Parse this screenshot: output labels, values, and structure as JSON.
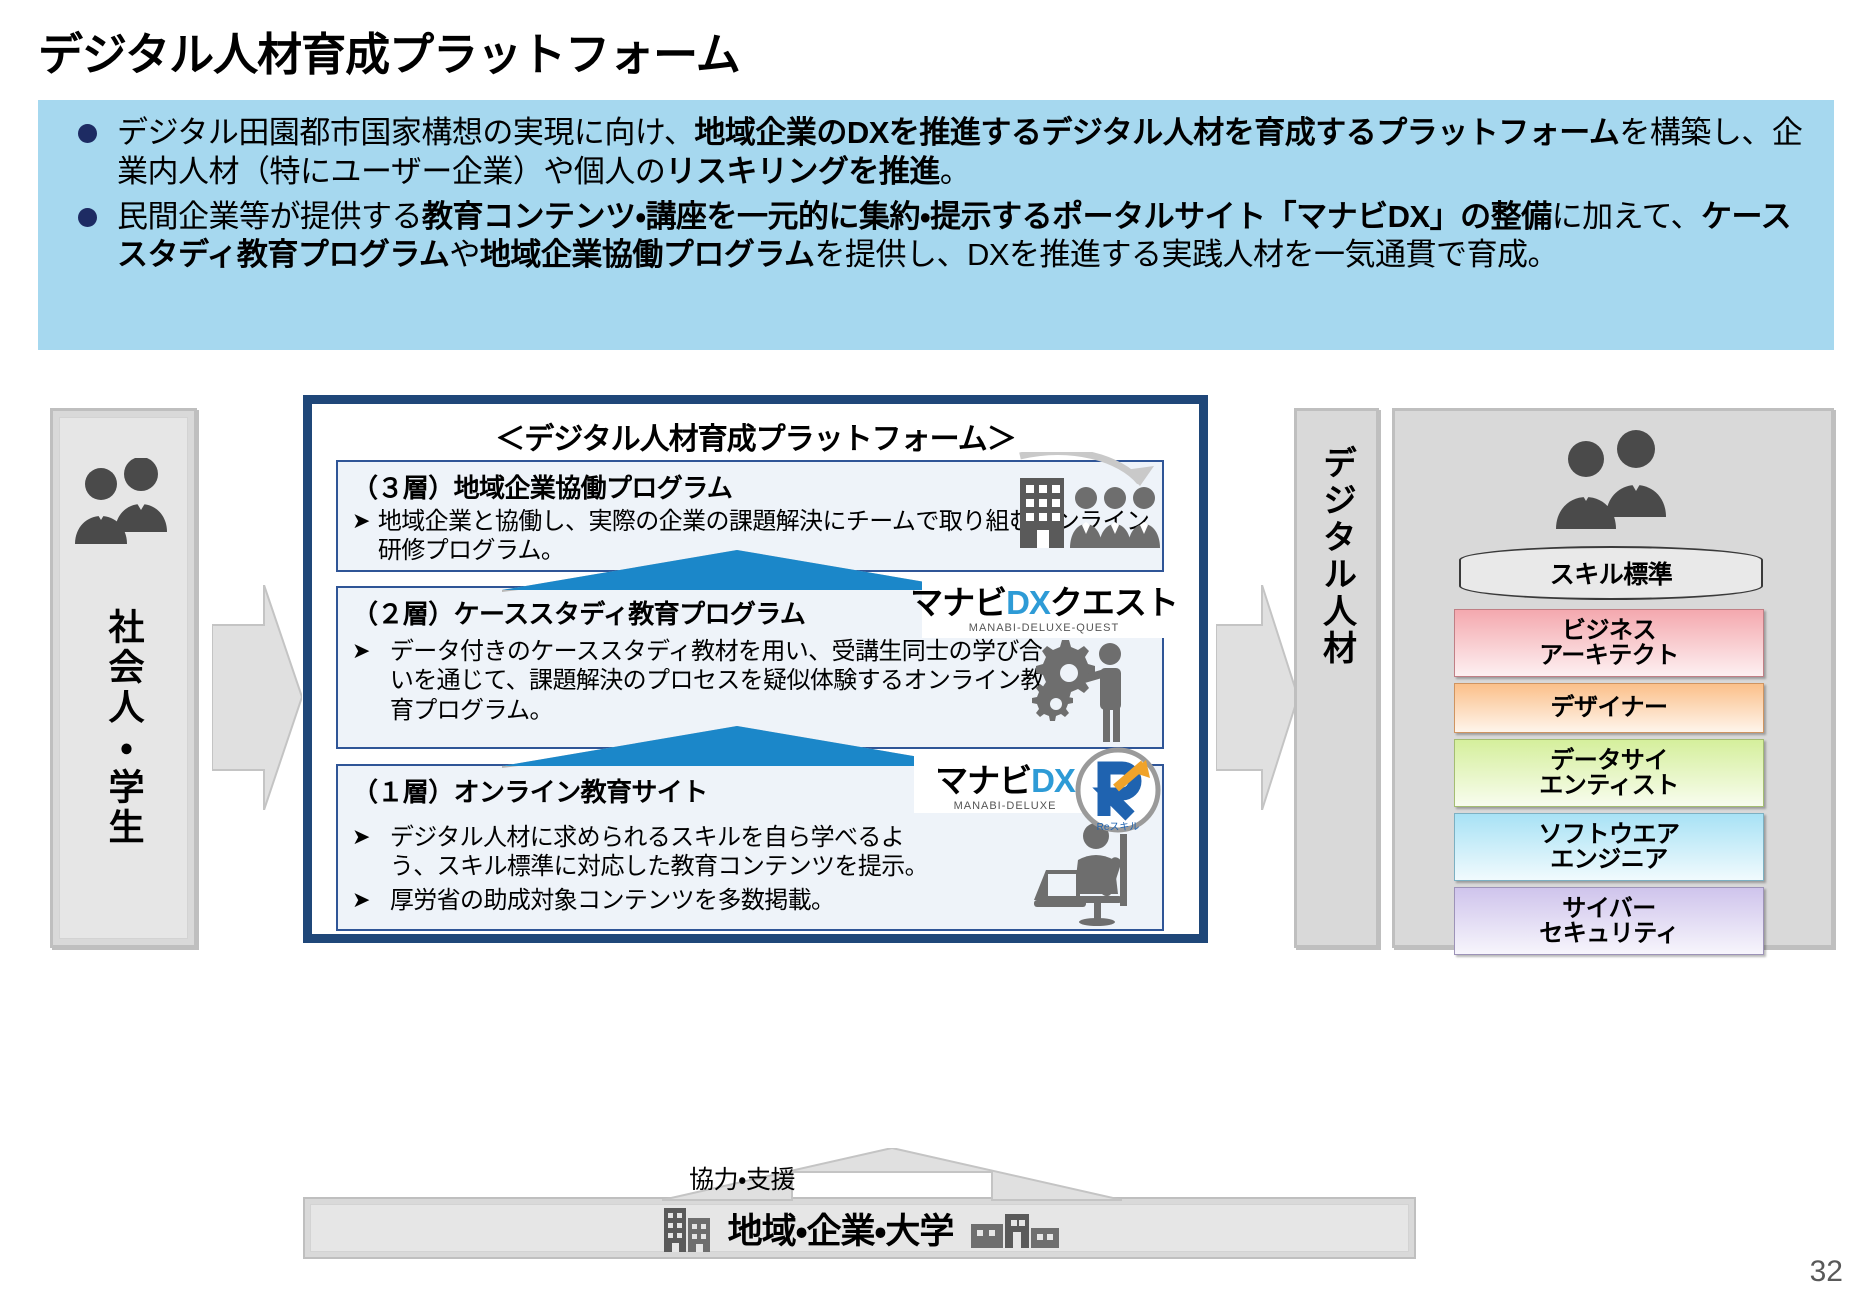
{
  "slide": {
    "title": "デジタル人材育成プラットフォーム",
    "page_number": "32"
  },
  "summary": {
    "bullets": [
      {
        "segments": [
          {
            "text": "デジタル田園都市国家構想の実現に向け、",
            "bold": false
          },
          {
            "text": "地域企業のDXを推進するデジタル人材を育成するプラットフォーム",
            "bold": true
          },
          {
            "text": "を構築し、企業内人材（特にユーザー企業）や個人の",
            "bold": false
          },
          {
            "text": "リスキリングを推進",
            "bold": true
          },
          {
            "text": "。",
            "bold": false
          }
        ]
      },
      {
        "segments": [
          {
            "text": "民間企業等が提供する",
            "bold": false
          },
          {
            "text": "教育コンテンツ・講座を一元的に集約・提示するポータルサイト「マナビDX」の整備",
            "bold": true
          },
          {
            "text": "に加えて、",
            "bold": false
          },
          {
            "text": "ケーススタディ教育プログラム",
            "bold": true
          },
          {
            "text": "や",
            "bold": false
          },
          {
            "text": "地域企業協働プログラム",
            "bold": true
          },
          {
            "text": "を提供し、DXを推進する実践人材を一気通貫で育成。",
            "bold": false
          }
        ]
      }
    ]
  },
  "left_column": {
    "label": "社会人・学生",
    "icon": "two-people-icon"
  },
  "platform": {
    "heading": "＜デジタル人材育成プラットフォーム＞",
    "layers": [
      {
        "title": "（３層）地域企業協働プログラム",
        "items": [
          "地域企業と協働し、実際の企業の課題解決にチームで取り組むオンライン研修プログラム。"
        ]
      },
      {
        "title": "（２層）ケーススタディ教育プログラム",
        "items": [
          "データ付きのケーススタディ教材を用い、受講生同士の学び合いを通じて、課題解決のプロセスを疑似体験するオンライン教育プログラム。"
        ]
      },
      {
        "title": "（１層）オンライン教育サイト",
        "items": [
          "デジタル人材に求められるスキルを自ら学べるよう、スキル標準に対応した教育コンテンツを提示。",
          "厚労省の助成対象コンテンツを多数掲載。"
        ]
      }
    ],
    "logos": [
      {
        "name": "manabi-dx-quest-logo",
        "prefix": "マナビ",
        "dx": "DX",
        "suffix": "クエスト",
        "subtitle": "MANABI-DELUXE-QUEST"
      },
      {
        "name": "manabi-dx-logo",
        "prefix": "マナビ",
        "dx": "DX",
        "suffix": "",
        "subtitle": "MANABI-DELUXE"
      }
    ],
    "reskill_badge": {
      "letter": "R",
      "caption": "Reスキル"
    }
  },
  "right_column": {
    "label": "デジタル人材",
    "icon": "two-people-icon"
  },
  "skills": {
    "standard_label": "スキル標準",
    "chips": [
      {
        "label": "ビジネス\nアーキテクト",
        "line1": "ビジネス",
        "line2": "アーキテクト",
        "color": "#f4a8ae",
        "border": "#c07f85"
      },
      {
        "label": "デザイナー",
        "line1": "デザイナー",
        "line2": "",
        "color": "#fbc08a",
        "border": "#cf9460"
      },
      {
        "label": "データサイ\nエンティスト",
        "line1": "データサイ",
        "line2": "エンティスト",
        "color": "#d5ef9c",
        "border": "#a4bd72"
      },
      {
        "label": "ソフトウエア\nエンジニア",
        "line1": "ソフトウエア",
        "line2": "エンジニア",
        "color": "#a8e2f5",
        "border": "#7cb0c2"
      },
      {
        "label": "サイバー\nセキュリティ",
        "line1": "サイバー",
        "line2": "セキュリティ",
        "color": "#cfc4ec",
        "border": "#9d93b8"
      }
    ]
  },
  "bottom": {
    "support_label": "協力・支援",
    "band_label": "地域・企業・大学",
    "icons": [
      "building-icon",
      "factory-icon"
    ]
  },
  "colors": {
    "summary_bg": "#a6d8ef",
    "platform_border": "#1f4779",
    "layer_bg": "#eef3f9",
    "layer_border": "#2f5597",
    "chevron_blue": "#1b87c9",
    "gray_panel": "#d9d9d9"
  }
}
